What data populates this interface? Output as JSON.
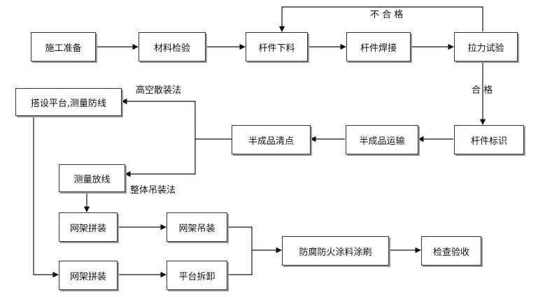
{
  "nodes": {
    "prep": "施工准备",
    "material": "材料检验",
    "cut": "杆件下料",
    "weld": "杆件焊接",
    "tensile": "拉力试验",
    "mark": "杆件标识",
    "transport": "半成品运输",
    "count": "半成品清点",
    "platform": "搭设平台,测量防线",
    "survey": "测量放线",
    "assemble1": "网架拼装",
    "assemble2": "网架拼装",
    "lift": "网架吊装",
    "dismantle": "平台拆卸",
    "coating": "防腐防火涂料涂刷",
    "acceptance": "检查验收"
  },
  "labels": {
    "fail": "不 合 格",
    "pass": "合 格",
    "high_method": "高空散装法",
    "whole_method": "整体吊装法"
  }
}
